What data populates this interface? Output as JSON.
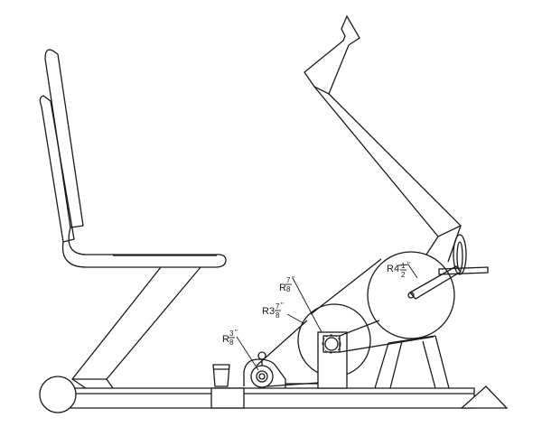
{
  "labels": {
    "large_pulley": {
      "prefix": "R4",
      "num": "1",
      "den": "2",
      "unit": "\""
    },
    "small_pulley": {
      "prefix": "R",
      "num": "7",
      "den": "8",
      "unit": "\""
    },
    "mid_pulley": {
      "prefix": "R3",
      "num": "7",
      "den": "8",
      "unit": "\""
    },
    "motor_pulley": {
      "prefix": "R",
      "num": "3",
      "den": "8",
      "unit": "\""
    }
  }
}
